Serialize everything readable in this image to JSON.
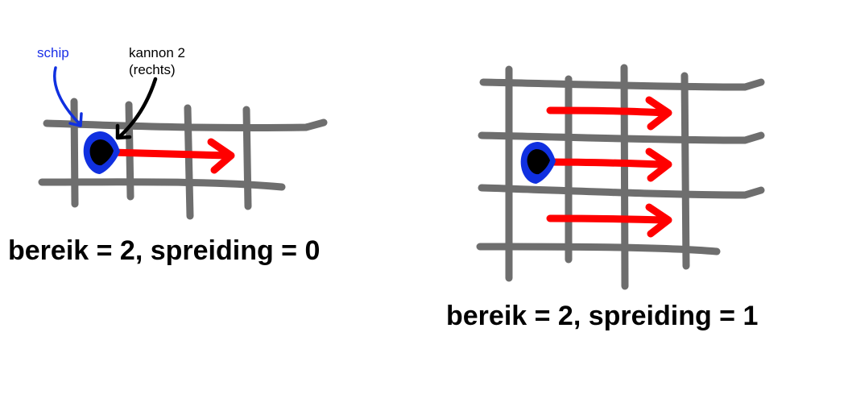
{
  "colors": {
    "grid": "#6e6e6e",
    "arrow": "#ff0000",
    "ship_outline": "#1030e0",
    "ship_body": "#000000",
    "ship_label": "#1a2fe8",
    "cannon_label": "#000000"
  },
  "icons": [
    "ship-icon",
    "arrow-right-icon"
  ],
  "diagram_left": {
    "ship_label": "schip",
    "cannon_label_line1": "kannon 2",
    "cannon_label_line2": "(rechts)",
    "caption": "bereik = 2, spreiding = 0"
  },
  "diagram_right": {
    "caption": "bereik = 2, spreiding = 1"
  }
}
